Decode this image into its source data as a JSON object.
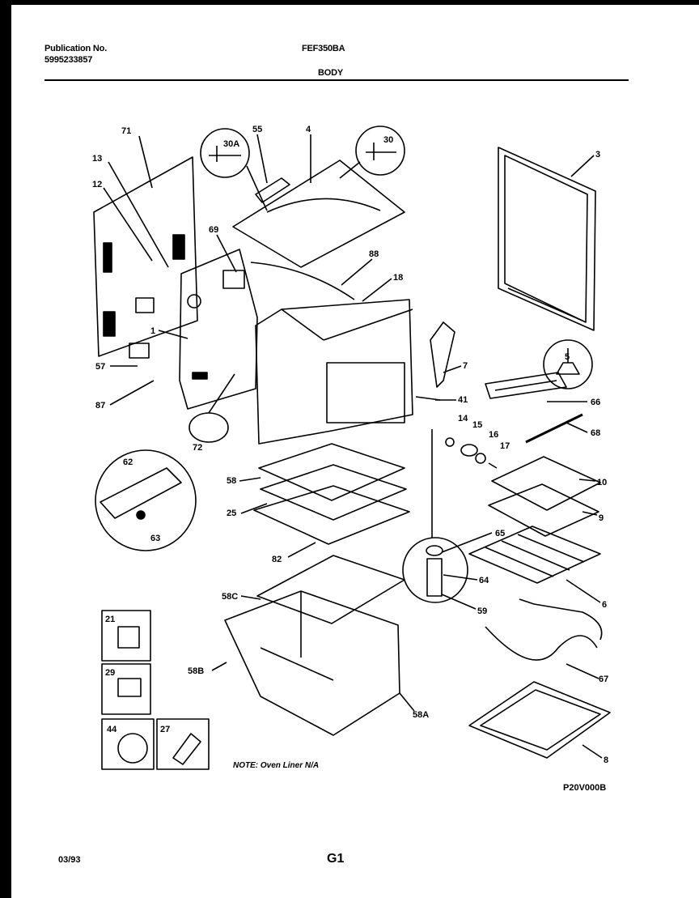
{
  "header": {
    "publication_label": "Publication No.",
    "publication_number": "5995233857",
    "model": "FEF350BA",
    "section": "BODY"
  },
  "note": "NOTE: Oven Liner N/A",
  "drawing_code": "P20V000B",
  "footer": {
    "date": "03/93",
    "page": "G1"
  },
  "callouts": [
    {
      "id": "c71",
      "label": "71"
    },
    {
      "id": "c13",
      "label": "13"
    },
    {
      "id": "c12",
      "label": "12"
    },
    {
      "id": "c30A",
      "label": "30A"
    },
    {
      "id": "c55",
      "label": "55"
    },
    {
      "id": "c4",
      "label": "4"
    },
    {
      "id": "c30",
      "label": "30"
    },
    {
      "id": "c3",
      "label": "3"
    },
    {
      "id": "c69",
      "label": "69"
    },
    {
      "id": "c88",
      "label": "88"
    },
    {
      "id": "c18",
      "label": "18"
    },
    {
      "id": "c1",
      "label": "1"
    },
    {
      "id": "c57",
      "label": "57"
    },
    {
      "id": "c87",
      "label": "87"
    },
    {
      "id": "c72",
      "label": "72"
    },
    {
      "id": "c7",
      "label": "7"
    },
    {
      "id": "c41",
      "label": "41"
    },
    {
      "id": "c5",
      "label": "5"
    },
    {
      "id": "c66",
      "label": "66"
    },
    {
      "id": "c68",
      "label": "68"
    },
    {
      "id": "c14",
      "label": "14"
    },
    {
      "id": "c15",
      "label": "15"
    },
    {
      "id": "c16",
      "label": "16"
    },
    {
      "id": "c17",
      "label": "17"
    },
    {
      "id": "c62",
      "label": "62"
    },
    {
      "id": "c58",
      "label": "58"
    },
    {
      "id": "c25",
      "label": "25"
    },
    {
      "id": "c63",
      "label": "63"
    },
    {
      "id": "c82",
      "label": "82"
    },
    {
      "id": "c10",
      "label": "10"
    },
    {
      "id": "c9",
      "label": "9"
    },
    {
      "id": "c65",
      "label": "65"
    },
    {
      "id": "c64",
      "label": "64"
    },
    {
      "id": "c59",
      "label": "59"
    },
    {
      "id": "c6",
      "label": "6"
    },
    {
      "id": "c58C",
      "label": "58C"
    },
    {
      "id": "c58B",
      "label": "58B"
    },
    {
      "id": "c58A",
      "label": "58A"
    },
    {
      "id": "c67",
      "label": "67"
    },
    {
      "id": "c8",
      "label": "8"
    },
    {
      "id": "c21",
      "label": "21"
    },
    {
      "id": "c29",
      "label": "29"
    },
    {
      "id": "c44",
      "label": "44"
    },
    {
      "id": "c27",
      "label": "27"
    }
  ]
}
